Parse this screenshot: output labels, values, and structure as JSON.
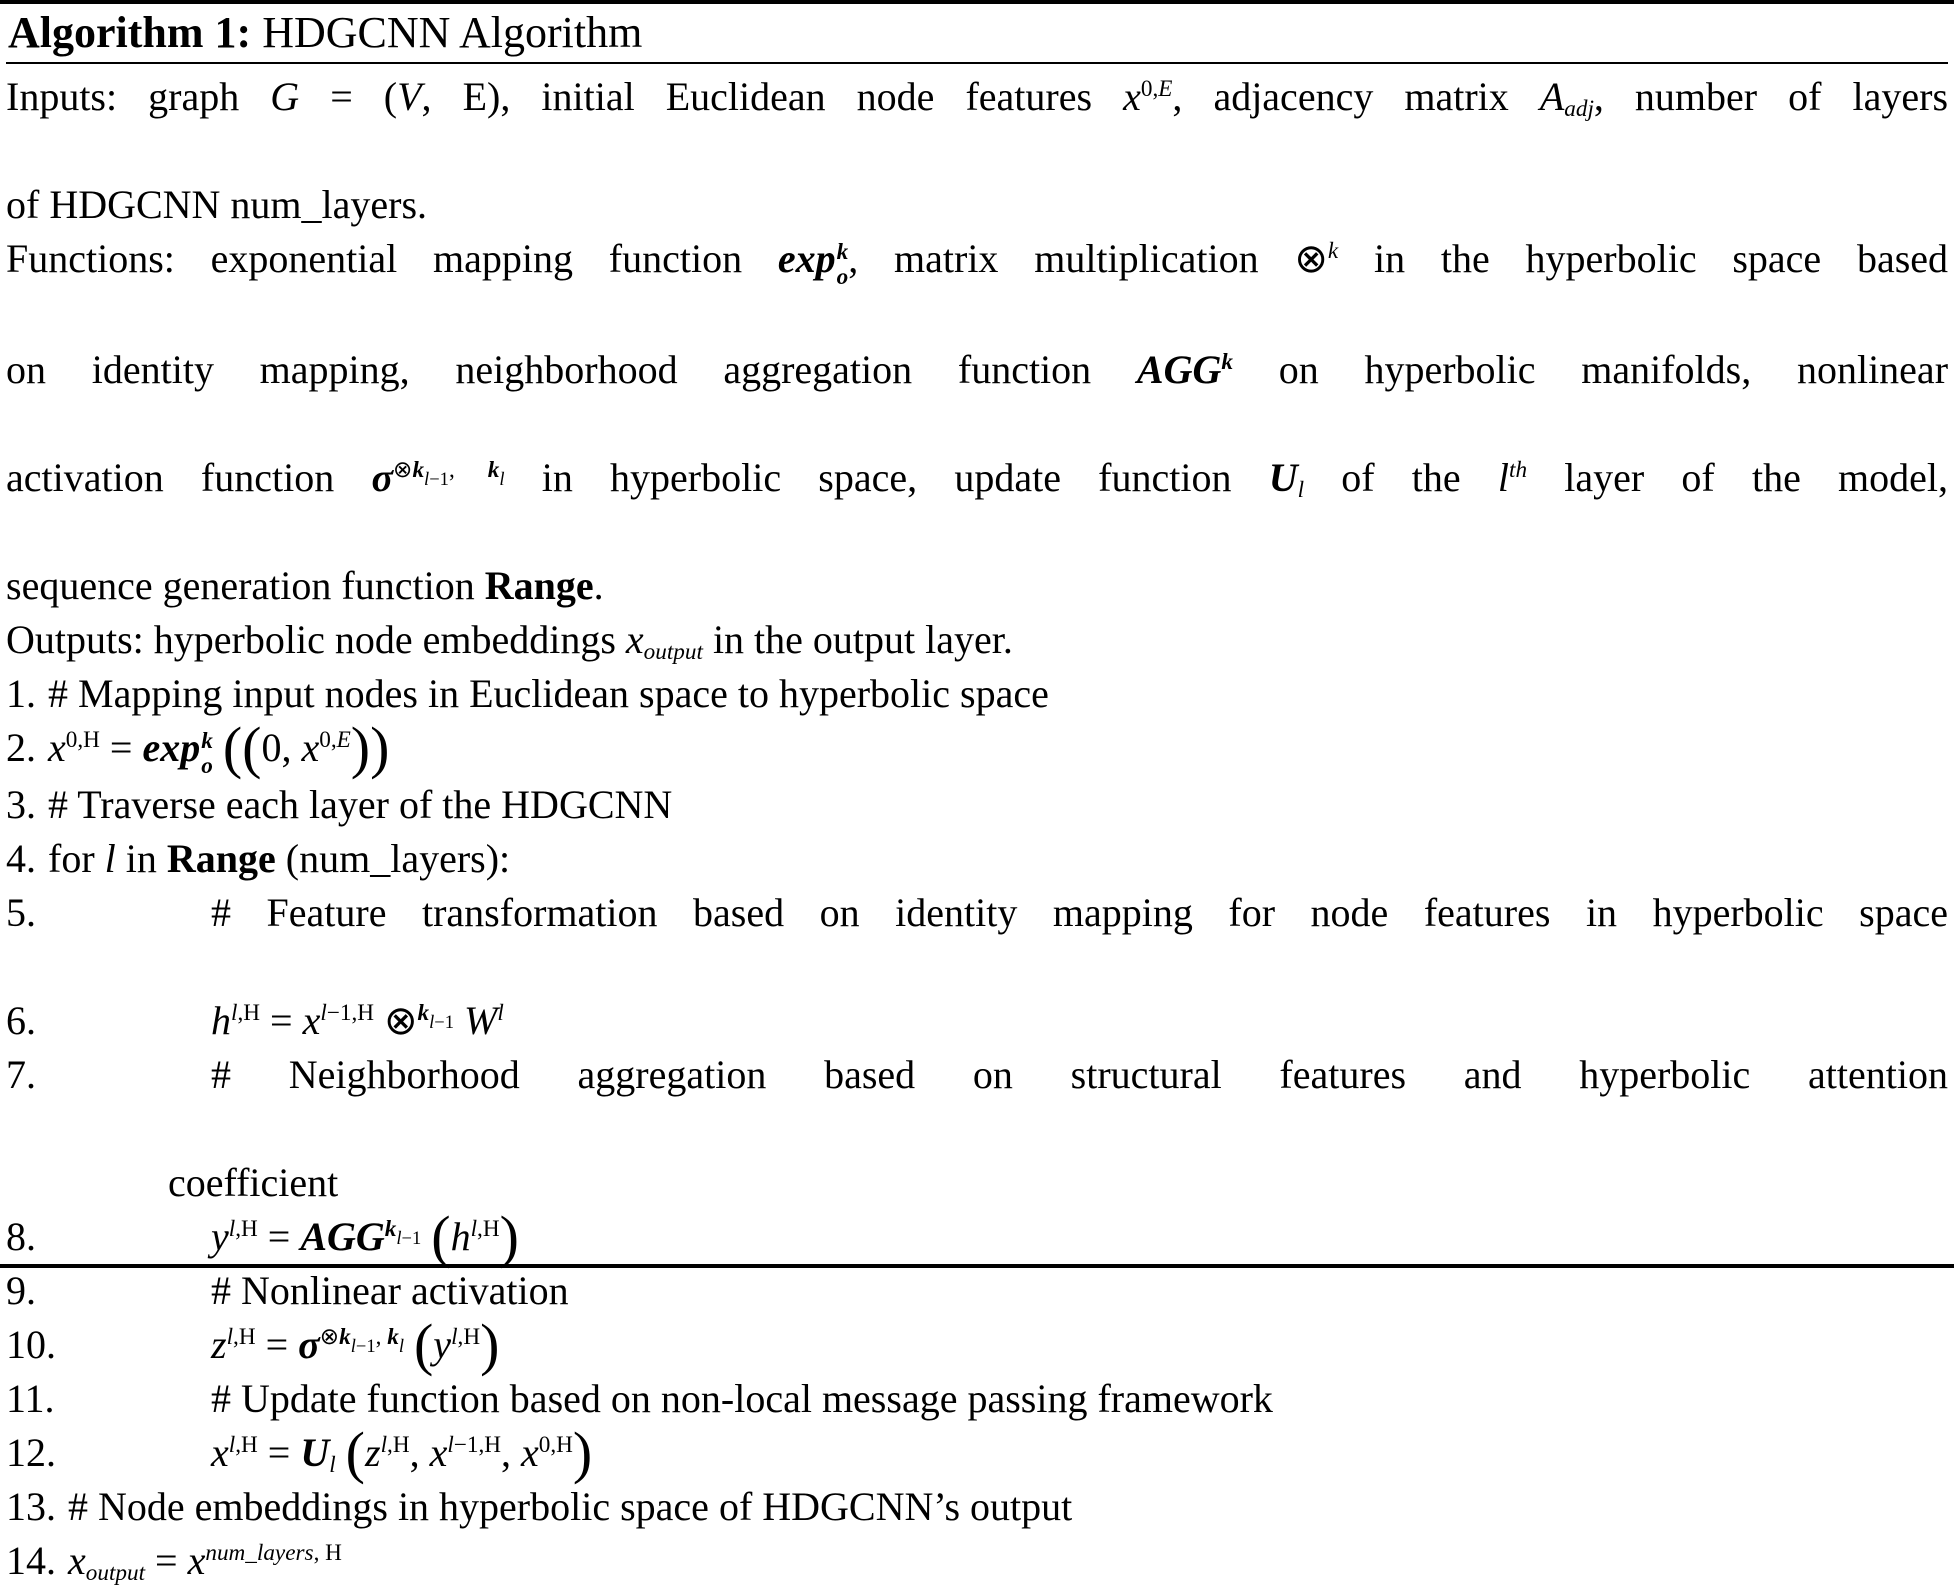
{
  "page": {
    "background": "#ffffff",
    "rule_color": "#000000",
    "text_color": "#000000"
  },
  "algorithm": {
    "title": {
      "label": "Algorithm 1:",
      "text": " HDGCNN Algorithm"
    },
    "lines": [
      {
        "type": "para",
        "justify": true,
        "segs": [
          {
            "t": "Inputs: graph "
          },
          {
            "t": "G",
            "i": true
          },
          {
            "t": " = ("
          },
          {
            "t": "V",
            "i": true
          },
          {
            "t": ", E), initial Euclidean node features "
          },
          {
            "t": "x",
            "i": true
          },
          {
            "sup": true,
            "parts": [
              {
                "t": "0,"
              },
              {
                "t": "E",
                "i": true
              }
            ]
          },
          {
            "t": ", adjacency matrix "
          },
          {
            "t": "A",
            "i": true
          },
          {
            "sub": true,
            "parts": [
              {
                "t": "adj",
                "i": true
              }
            ]
          },
          {
            "t": ", number of layers"
          }
        ]
      },
      {
        "type": "para",
        "segs": [
          {
            "t": "of HDGCNN num_layers."
          }
        ]
      },
      {
        "type": "para",
        "justify": true,
        "segs": [
          {
            "t": "Functions: exponential mapping function "
          },
          {
            "t": "exp",
            "bi": true
          },
          {
            "stack": {
              "top": [
                {
                  "t": "k",
                  "bi": true
                }
              ],
              "bottom": [
                {
                  "t": "o",
                  "bi": true
                }
              ]
            }
          },
          {
            "t": ", matrix multiplication ⊗"
          },
          {
            "sup": true,
            "parts": [
              {
                "t": "k",
                "i": true
              }
            ]
          },
          {
            "t": " in the hyperbolic space based"
          }
        ]
      },
      {
        "type": "para",
        "justify": true,
        "segs": [
          {
            "t": "on identity mapping, neighborhood aggregation function "
          },
          {
            "t": "AGG",
            "bi": true
          },
          {
            "sup": true,
            "parts": [
              {
                "t": "k",
                "bi": true
              }
            ]
          },
          {
            "t": " on hyperbolic manifolds, nonlinear"
          }
        ]
      },
      {
        "type": "para",
        "justify": true,
        "segs": [
          {
            "t": "activation function "
          },
          {
            "t": "σ",
            "bi": true
          },
          {
            "sup": true,
            "parts": [
              {
                "t": "⊗"
              },
              {
                "t": "k",
                "bi": true
              },
              {
                "sub": true,
                "parts": [
                  {
                    "t": "l",
                    "i": true
                  },
                  {
                    "t": "−1"
                  }
                ]
              },
              {
                "t": ", "
              },
              {
                "t": "k",
                "bi": true
              },
              {
                "sub": true,
                "parts": [
                  {
                    "t": "l",
                    "i": true
                  }
                ]
              }
            ]
          },
          {
            "t": " in hyperbolic space, update function "
          },
          {
            "t": "U",
            "bi": true
          },
          {
            "sub": true,
            "parts": [
              {
                "t": "l",
                "i": true
              }
            ]
          },
          {
            "t": " of the "
          },
          {
            "t": "l",
            "i": true
          },
          {
            "sup": true,
            "parts": [
              {
                "t": "th",
                "i": true
              }
            ]
          },
          {
            "t": " layer of the model,"
          }
        ]
      },
      {
        "type": "para",
        "segs": [
          {
            "t": "sequence generation function "
          },
          {
            "t": "Range",
            "b": true
          },
          {
            "t": "."
          }
        ]
      },
      {
        "type": "para",
        "segs": [
          {
            "t": "Outputs: hyperbolic node embeddings "
          },
          {
            "t": "x",
            "i": true
          },
          {
            "sub": true,
            "parts": [
              {
                "t": "output",
                "i": true
              }
            ]
          },
          {
            "t": " in the output layer."
          }
        ]
      },
      {
        "type": "flush",
        "num": "1.",
        "segs": [
          {
            "t": "# Mapping input nodes in Euclidean space to hyperbolic space"
          }
        ]
      },
      {
        "type": "flush",
        "num": "2.",
        "segs": [
          {
            "t": "x",
            "i": true
          },
          {
            "sup": true,
            "parts": [
              {
                "t": "0,H"
              }
            ]
          },
          {
            "t": " = "
          },
          {
            "t": "exp",
            "bi": true
          },
          {
            "stack": {
              "top": [
                {
                  "t": "k",
                  "bi": true
                }
              ],
              "bottom": [
                {
                  "t": "o",
                  "bi": true
                }
              ]
            }
          },
          {
            "t": " "
          },
          {
            "t": "((",
            "big": true
          },
          {
            "t": "0, "
          },
          {
            "t": "x",
            "i": true
          },
          {
            "sup": true,
            "parts": [
              {
                "t": "0,"
              },
              {
                "t": "E",
                "i": true
              }
            ]
          },
          {
            "t": "))",
            "big": true
          }
        ]
      },
      {
        "type": "flush",
        "num": "3.",
        "segs": [
          {
            "t": "# Traverse each layer of the HDGCNN"
          }
        ]
      },
      {
        "type": "flush",
        "num": "4.",
        "segs": [
          {
            "t": "for "
          },
          {
            "t": "l",
            "i": true
          },
          {
            "t": " in "
          },
          {
            "t": "Range",
            "b": true
          },
          {
            "t": " (num_layers):"
          }
        ]
      },
      {
        "type": "tab",
        "num": "5.",
        "justify": true,
        "segs": [
          {
            "t": "# Feature transformation based on identity mapping for node features in hyperbolic space"
          }
        ]
      },
      {
        "type": "tab",
        "num": "6.",
        "segs": [
          {
            "t": "h",
            "i": true
          },
          {
            "sup": true,
            "parts": [
              {
                "t": "l",
                "i": true
              },
              {
                "t": ",H"
              }
            ]
          },
          {
            "t": " = "
          },
          {
            "t": "x",
            "i": true
          },
          {
            "sup": true,
            "parts": [
              {
                "t": "l",
                "i": true
              },
              {
                "t": "−1,H"
              }
            ]
          },
          {
            "t": " ⊗"
          },
          {
            "sup": true,
            "parts": [
              {
                "t": "k",
                "bi": true
              },
              {
                "sub": true,
                "parts": [
                  {
                    "t": "l",
                    "i": true
                  },
                  {
                    "t": "−1"
                  }
                ]
              }
            ]
          },
          {
            "t": " "
          },
          {
            "t": "W",
            "i": true
          },
          {
            "sup": true,
            "parts": [
              {
                "t": "l",
                "i": true
              }
            ]
          }
        ]
      },
      {
        "type": "tab",
        "num": "7.",
        "justify": true,
        "segs": [
          {
            "t": "# Neighborhood aggregation based on structural features and hyperbolic attention"
          }
        ]
      },
      {
        "type": "cont",
        "segs": [
          {
            "t": "coefficient"
          }
        ]
      },
      {
        "type": "tab",
        "num": "8.",
        "segs": [
          {
            "t": "y",
            "i": true
          },
          {
            "sup": true,
            "parts": [
              {
                "t": "l",
                "i": true
              },
              {
                "t": ",H"
              }
            ]
          },
          {
            "t": " = "
          },
          {
            "t": "AGG",
            "bi": true
          },
          {
            "sup": true,
            "parts": [
              {
                "t": "k",
                "bi": true
              },
              {
                "sub": true,
                "parts": [
                  {
                    "t": "l",
                    "i": true
                  },
                  {
                    "t": "−1"
                  }
                ]
              }
            ]
          },
          {
            "t": " "
          },
          {
            "t": "(",
            "big": true
          },
          {
            "t": "h",
            "i": true
          },
          {
            "sup": true,
            "parts": [
              {
                "t": "l",
                "i": true
              },
              {
                "t": ",H"
              }
            ]
          },
          {
            "t": ")",
            "big": true
          }
        ]
      },
      {
        "type": "tab",
        "num": "9.",
        "segs": [
          {
            "t": "# Nonlinear activation"
          }
        ]
      },
      {
        "type": "tab",
        "num": "10.",
        "segs": [
          {
            "t": "z",
            "i": true
          },
          {
            "sup": true,
            "parts": [
              {
                "t": "l",
                "i": true
              },
              {
                "t": ",H"
              }
            ]
          },
          {
            "t": " = "
          },
          {
            "t": "σ",
            "bi": true
          },
          {
            "sup": true,
            "parts": [
              {
                "t": "⊗"
              },
              {
                "t": "k",
                "bi": true
              },
              {
                "sub": true,
                "parts": [
                  {
                    "t": "l",
                    "i": true
                  },
                  {
                    "t": "−1"
                  }
                ]
              },
              {
                "t": ", "
              },
              {
                "t": "k",
                "bi": true
              },
              {
                "sub": true,
                "parts": [
                  {
                    "t": "l",
                    "i": true
                  }
                ]
              }
            ]
          },
          {
            "t": " "
          },
          {
            "t": "(",
            "big": true
          },
          {
            "t": "y",
            "i": true
          },
          {
            "sup": true,
            "parts": [
              {
                "t": "l",
                "i": true
              },
              {
                "t": ",H"
              }
            ]
          },
          {
            "t": ")",
            "big": true
          }
        ]
      },
      {
        "type": "tab",
        "num": "11.",
        "segs": [
          {
            "t": "# Update function based on non-local message passing framework"
          }
        ]
      },
      {
        "type": "tab",
        "num": "12.",
        "segs": [
          {
            "t": "x",
            "i": true
          },
          {
            "sup": true,
            "parts": [
              {
                "t": "l",
                "i": true
              },
              {
                "t": ",H"
              }
            ]
          },
          {
            "t": " = "
          },
          {
            "t": "U",
            "bi": true
          },
          {
            "sub": true,
            "parts": [
              {
                "t": "l",
                "i": true
              }
            ]
          },
          {
            "t": " "
          },
          {
            "t": "(",
            "big": true
          },
          {
            "t": "z",
            "i": true
          },
          {
            "sup": true,
            "parts": [
              {
                "t": "l",
                "i": true
              },
              {
                "t": ",H"
              }
            ]
          },
          {
            "t": ", "
          },
          {
            "t": "x",
            "i": true
          },
          {
            "sup": true,
            "parts": [
              {
                "t": "l",
                "i": true
              },
              {
                "t": "−1,H"
              }
            ]
          },
          {
            "t": ", "
          },
          {
            "t": "x",
            "i": true
          },
          {
            "sup": true,
            "parts": [
              {
                "t": "0,H"
              }
            ]
          },
          {
            "t": ")",
            "big": true
          }
        ]
      },
      {
        "type": "flush",
        "num": "13.",
        "segs": [
          {
            "t": "# Node embeddings in hyperbolic space of HDGCNN’s output"
          }
        ]
      },
      {
        "type": "flush",
        "num": "14.",
        "segs": [
          {
            "t": "x",
            "i": true
          },
          {
            "sub": true,
            "parts": [
              {
                "t": "output",
                "i": true
              }
            ]
          },
          {
            "t": " = "
          },
          {
            "t": "x",
            "i": true
          },
          {
            "sup": true,
            "parts": [
              {
                "t": "num_layers",
                "i": true
              },
              {
                "t": ", H"
              }
            ]
          }
        ]
      }
    ]
  }
}
